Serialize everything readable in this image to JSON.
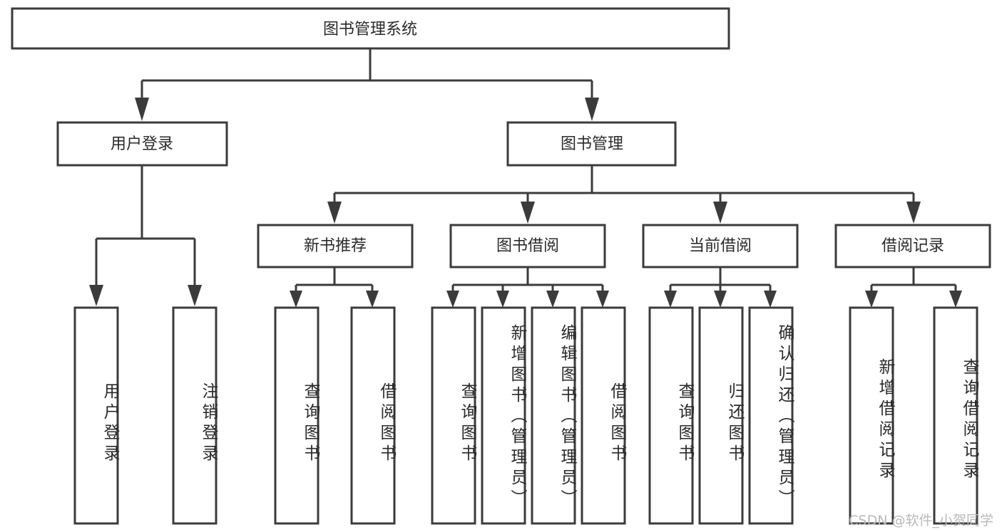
{
  "diagram": {
    "title": "图书管理系统",
    "watermark": "CSDN @软件_小贺同学",
    "colors": {
      "box_stroke": "#3b3b3b",
      "box_fill": "#ffffff",
      "text": "#2a2a2a",
      "background": "#ffffff",
      "watermark": "#b9b9b9"
    },
    "root": {
      "label": "图书管理系统"
    },
    "level1": [
      {
        "label": "用户登录"
      },
      {
        "label": "图书管理"
      }
    ],
    "level2": [
      {
        "label": "新书推荐"
      },
      {
        "label": "图书借阅"
      },
      {
        "label": "当前借阅"
      },
      {
        "label": "借阅记录"
      }
    ],
    "leaves": {
      "user_login": [
        {
          "label": "用户登录"
        },
        {
          "label": "注销登录"
        }
      ],
      "new_book_recommend": [
        {
          "label": "查询图书"
        },
        {
          "label": "借阅图书"
        }
      ],
      "book_borrow": [
        {
          "label": "查询图书"
        },
        {
          "label": "新增图书（管理员）"
        },
        {
          "label": "编辑图书（管理员）"
        },
        {
          "label": "借阅图书"
        }
      ],
      "current_borrow": [
        {
          "label": "查询图书"
        },
        {
          "label": "归还图书"
        },
        {
          "label": "确认归还（管理员）"
        }
      ],
      "borrow_record": [
        {
          "label": "新增借阅记录"
        },
        {
          "label": "查询借阅记录"
        }
      ]
    }
  }
}
